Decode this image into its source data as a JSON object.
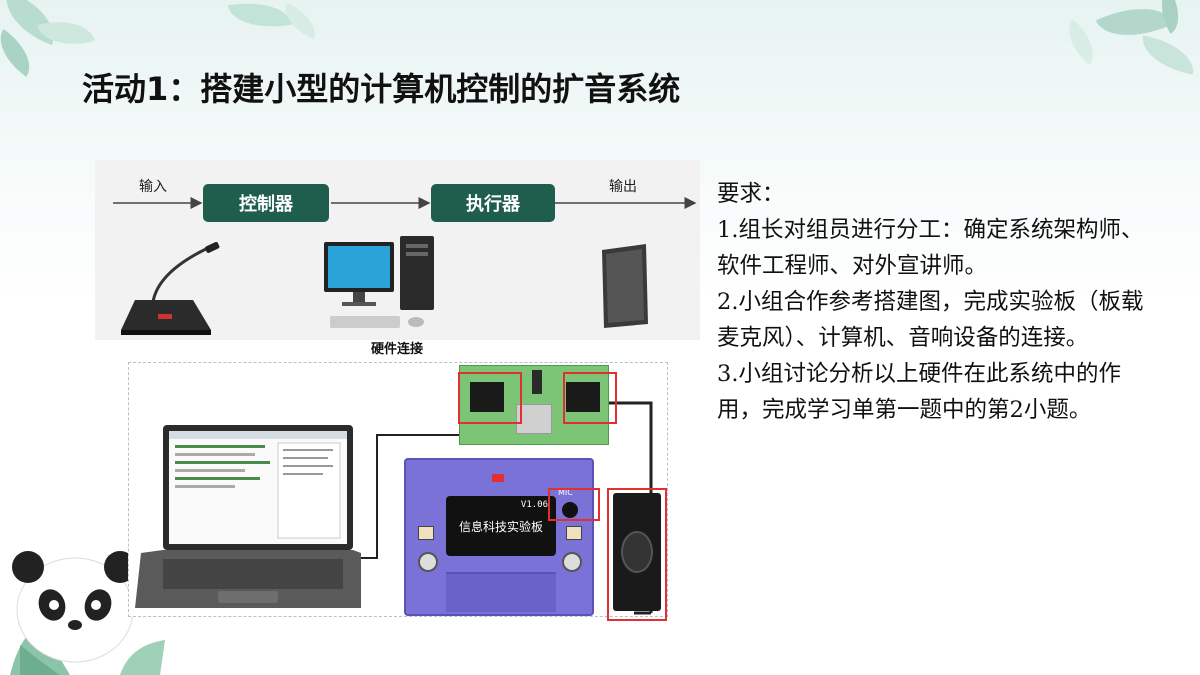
{
  "title": "活动1：搭建小型的计算机控制的扩音系统",
  "flow": {
    "input_label": "输入",
    "controller": "控制器",
    "executor": "执行器",
    "output_label": "输出"
  },
  "hardware_caption": "硬件连接",
  "board": {
    "version": "V1.06",
    "name": "信息科技实验板",
    "mic_label": "MIC"
  },
  "requirements": {
    "heading": "要求：",
    "items": [
      "1.组长对组员进行分工：确定系统架构师、软件工程师、对外宣讲师。",
      "2.小组合作参考搭建图，完成实验板（板载麦克风）、计算机、音响设备的连接。",
      "3.小组讨论分析以上硬件在此系统中的作用，完成学习单第一题中的第2小题。"
    ]
  },
  "colors": {
    "accent_green": "#1f5e4d",
    "highlight_red": "#e0302f",
    "board_purple": "#7a72d6"
  }
}
